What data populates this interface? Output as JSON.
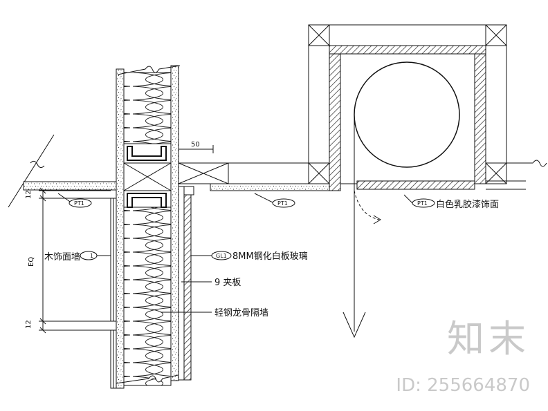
{
  "labels": {
    "wood_wall": "木饰面墙",
    "glass": "8MM钢化白板玻璃",
    "plywood": "9 夹板",
    "partition": "轻钢龙骨隔墙",
    "latex_paint": "白色乳胶漆饰面"
  },
  "tags": {
    "pt1_left": "PT1",
    "pt1_mid": "PT1",
    "pt1_right": "PT1",
    "gl1": "GL1",
    "wood_tag": "1"
  },
  "dims": {
    "width_50": "50",
    "dim_12_top": "12",
    "dim_eq": "EQ",
    "dim_12_bottom": "12"
  },
  "watermark": {
    "brand": "知末",
    "id": "ID: 255664870"
  }
}
